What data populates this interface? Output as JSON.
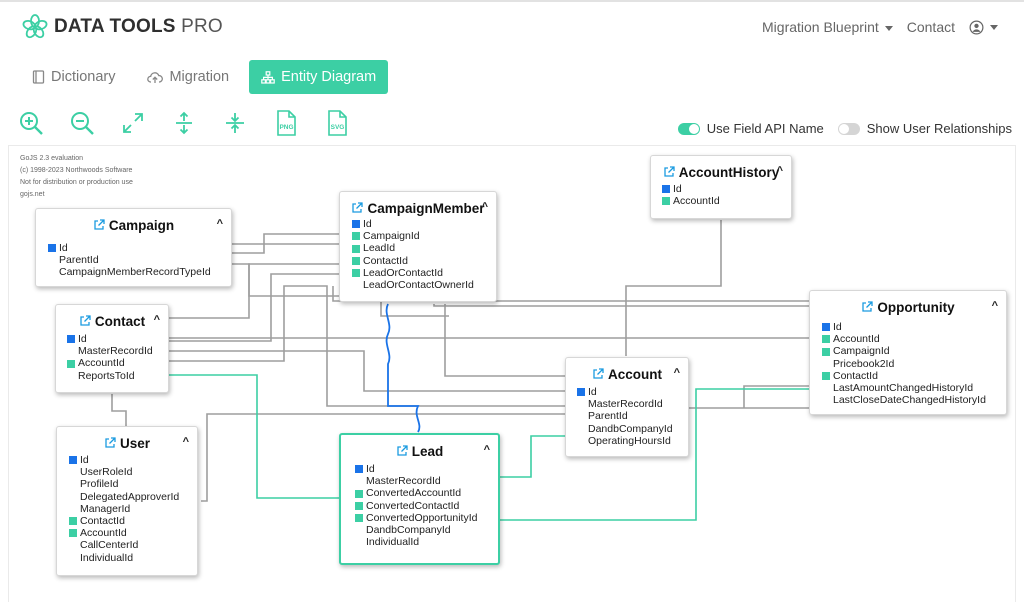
{
  "brand": {
    "name_bold": "DATA TOOLS",
    "name_light": "PRO"
  },
  "nav": {
    "blueprint_label": "Migration Blueprint",
    "contact_label": "Contact"
  },
  "tabs": [
    {
      "label": "Dictionary",
      "icon": "book-icon"
    },
    {
      "label": "Migration",
      "icon": "cloud-upload-icon"
    },
    {
      "label": "Entity Diagram",
      "icon": "sitemap-icon"
    }
  ],
  "toolbar": [
    "zoom-in-icon",
    "zoom-out-icon",
    "expand-icon",
    "expand-vertical-icon",
    "collapse-vertical-icon",
    "png-export-icon",
    "svg-export-icon"
  ],
  "toolbar_text": {
    "png": "PNG",
    "svg": "SVG"
  },
  "toggles": {
    "api_name": {
      "label": "Use Field API Name",
      "on": true
    },
    "user_rel": {
      "label": "Show User Relationships",
      "on": false
    }
  },
  "gojs_notice": [
    "GoJS 2.3 evaluation",
    "(c) 1998-2023 Northwoods Software",
    "Not for distribution or production use",
    "gojs.net"
  ],
  "colors": {
    "accent": "#3ccfa4",
    "pk": "#1a73e8",
    "link_gray": "#9e9e9e",
    "link_blue": "#1a73e8"
  },
  "entities": {
    "campaign": {
      "title": "Campaign",
      "fields": [
        {
          "name": "Id",
          "key": "pk"
        },
        {
          "name": "ParentId",
          "key": "none"
        },
        {
          "name": "CampaignMemberRecordTypeId",
          "key": "none"
        }
      ]
    },
    "campaignmember": {
      "title": "CampaignMember",
      "fields": [
        {
          "name": "Id",
          "key": "pk"
        },
        {
          "name": "CampaignId",
          "key": "fk"
        },
        {
          "name": "LeadId",
          "key": "fk"
        },
        {
          "name": "ContactId",
          "key": "fk"
        },
        {
          "name": "LeadOrContactId",
          "key": "fk"
        },
        {
          "name": "LeadOrContactOwnerId",
          "key": "none"
        }
      ]
    },
    "accounthistory": {
      "title": "AccountHistory",
      "fields": [
        {
          "name": "Id",
          "key": "pk"
        },
        {
          "name": "AccountId",
          "key": "fk"
        }
      ]
    },
    "contact": {
      "title": "Contact",
      "fields": [
        {
          "name": "Id",
          "key": "pk"
        },
        {
          "name": "MasterRecordId",
          "key": "none"
        },
        {
          "name": "AccountId",
          "key": "fk"
        },
        {
          "name": "ReportsToId",
          "key": "none"
        }
      ]
    },
    "opportunity": {
      "title": "Opportunity",
      "fields": [
        {
          "name": "Id",
          "key": "pk"
        },
        {
          "name": "AccountId",
          "key": "fk"
        },
        {
          "name": "CampaignId",
          "key": "fk"
        },
        {
          "name": "Pricebook2Id",
          "key": "none"
        },
        {
          "name": "ContactId",
          "key": "fk"
        },
        {
          "name": "LastAmountChangedHistoryId",
          "key": "none"
        },
        {
          "name": "LastCloseDateChangedHistoryId",
          "key": "none"
        }
      ]
    },
    "account": {
      "title": "Account",
      "fields": [
        {
          "name": "Id",
          "key": "pk"
        },
        {
          "name": "MasterRecordId",
          "key": "none"
        },
        {
          "name": "ParentId",
          "key": "none"
        },
        {
          "name": "DandbCompanyId",
          "key": "none"
        },
        {
          "name": "OperatingHoursId",
          "key": "none"
        }
      ]
    },
    "user": {
      "title": "User",
      "fields": [
        {
          "name": "Id",
          "key": "pk"
        },
        {
          "name": "UserRoleId",
          "key": "none"
        },
        {
          "name": "ProfileId",
          "key": "none"
        },
        {
          "name": "DelegatedApproverId",
          "key": "none"
        },
        {
          "name": "ManagerId",
          "key": "none"
        },
        {
          "name": "ContactId",
          "key": "fk"
        },
        {
          "name": "AccountId",
          "key": "fk"
        },
        {
          "name": "CallCenterId",
          "key": "none"
        },
        {
          "name": "IndividualId",
          "key": "none"
        }
      ]
    },
    "lead": {
      "title": "Lead",
      "fields": [
        {
          "name": "Id",
          "key": "pk"
        },
        {
          "name": "MasterRecordId",
          "key": "none"
        },
        {
          "name": "ConvertedAccountId",
          "key": "fk"
        },
        {
          "name": "ConvertedContactId",
          "key": "fk"
        },
        {
          "name": "ConvertedOpportunityId",
          "key": "fk"
        },
        {
          "name": "DandbCompanyId",
          "key": "none"
        },
        {
          "name": "IndividualId",
          "key": "none"
        }
      ]
    }
  }
}
